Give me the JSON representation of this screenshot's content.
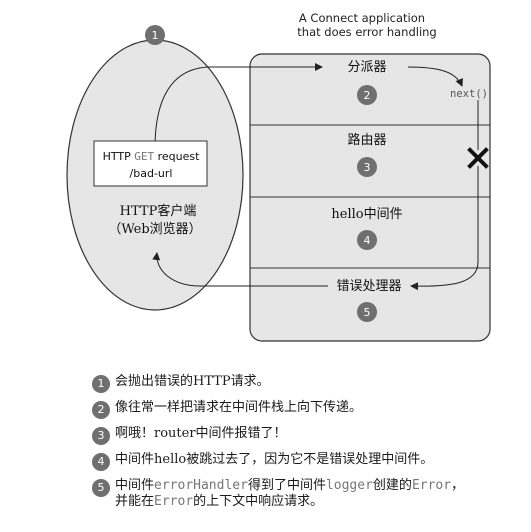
{
  "title_lines": [
    "A Connect application",
    "that does error handling"
  ],
  "client": {
    "step": "1",
    "request_prefix": "HTTP ",
    "request_method": "GET",
    "request_suffix": " request",
    "request_path": "/bad-url",
    "label_line1": "HTTP客户端",
    "label_line2": "（Web浏览器）"
  },
  "stages": [
    {
      "label": "分派器",
      "step": "2"
    },
    {
      "label": "路由器",
      "step": "3"
    },
    {
      "label": "hello中间件",
      "step": "4"
    },
    {
      "label": "错误处理器",
      "step": "5"
    }
  ],
  "next_call": "next()",
  "notes": [
    {
      "step": "1",
      "parts": [
        {
          "t": "会抛出错误的HTTP请求。"
        }
      ]
    },
    {
      "step": "2",
      "parts": [
        {
          "t": "像往常一样把请求在中间件栈上向下传递。"
        }
      ]
    },
    {
      "step": "3",
      "parts": [
        {
          "t": "啊哦！router中间件报错了！"
        }
      ]
    },
    {
      "step": "4",
      "parts": [
        {
          "t": "中间件hello被跳过去了，因为它不是错误处理中间件。"
        }
      ]
    },
    {
      "step": "5",
      "parts": [
        {
          "t": "中间件"
        },
        {
          "t": "errorHandler",
          "code": true
        },
        {
          "t": "得到了中间件"
        },
        {
          "t": "logger",
          "code": true
        },
        {
          "t": "创建的"
        },
        {
          "t": "Error",
          "code": true
        },
        {
          "t": "，"
        },
        {
          "br": true
        },
        {
          "t": "并能在"
        },
        {
          "t": "Error",
          "code": true
        },
        {
          "t": "的上下文中响应请求。"
        }
      ]
    }
  ]
}
